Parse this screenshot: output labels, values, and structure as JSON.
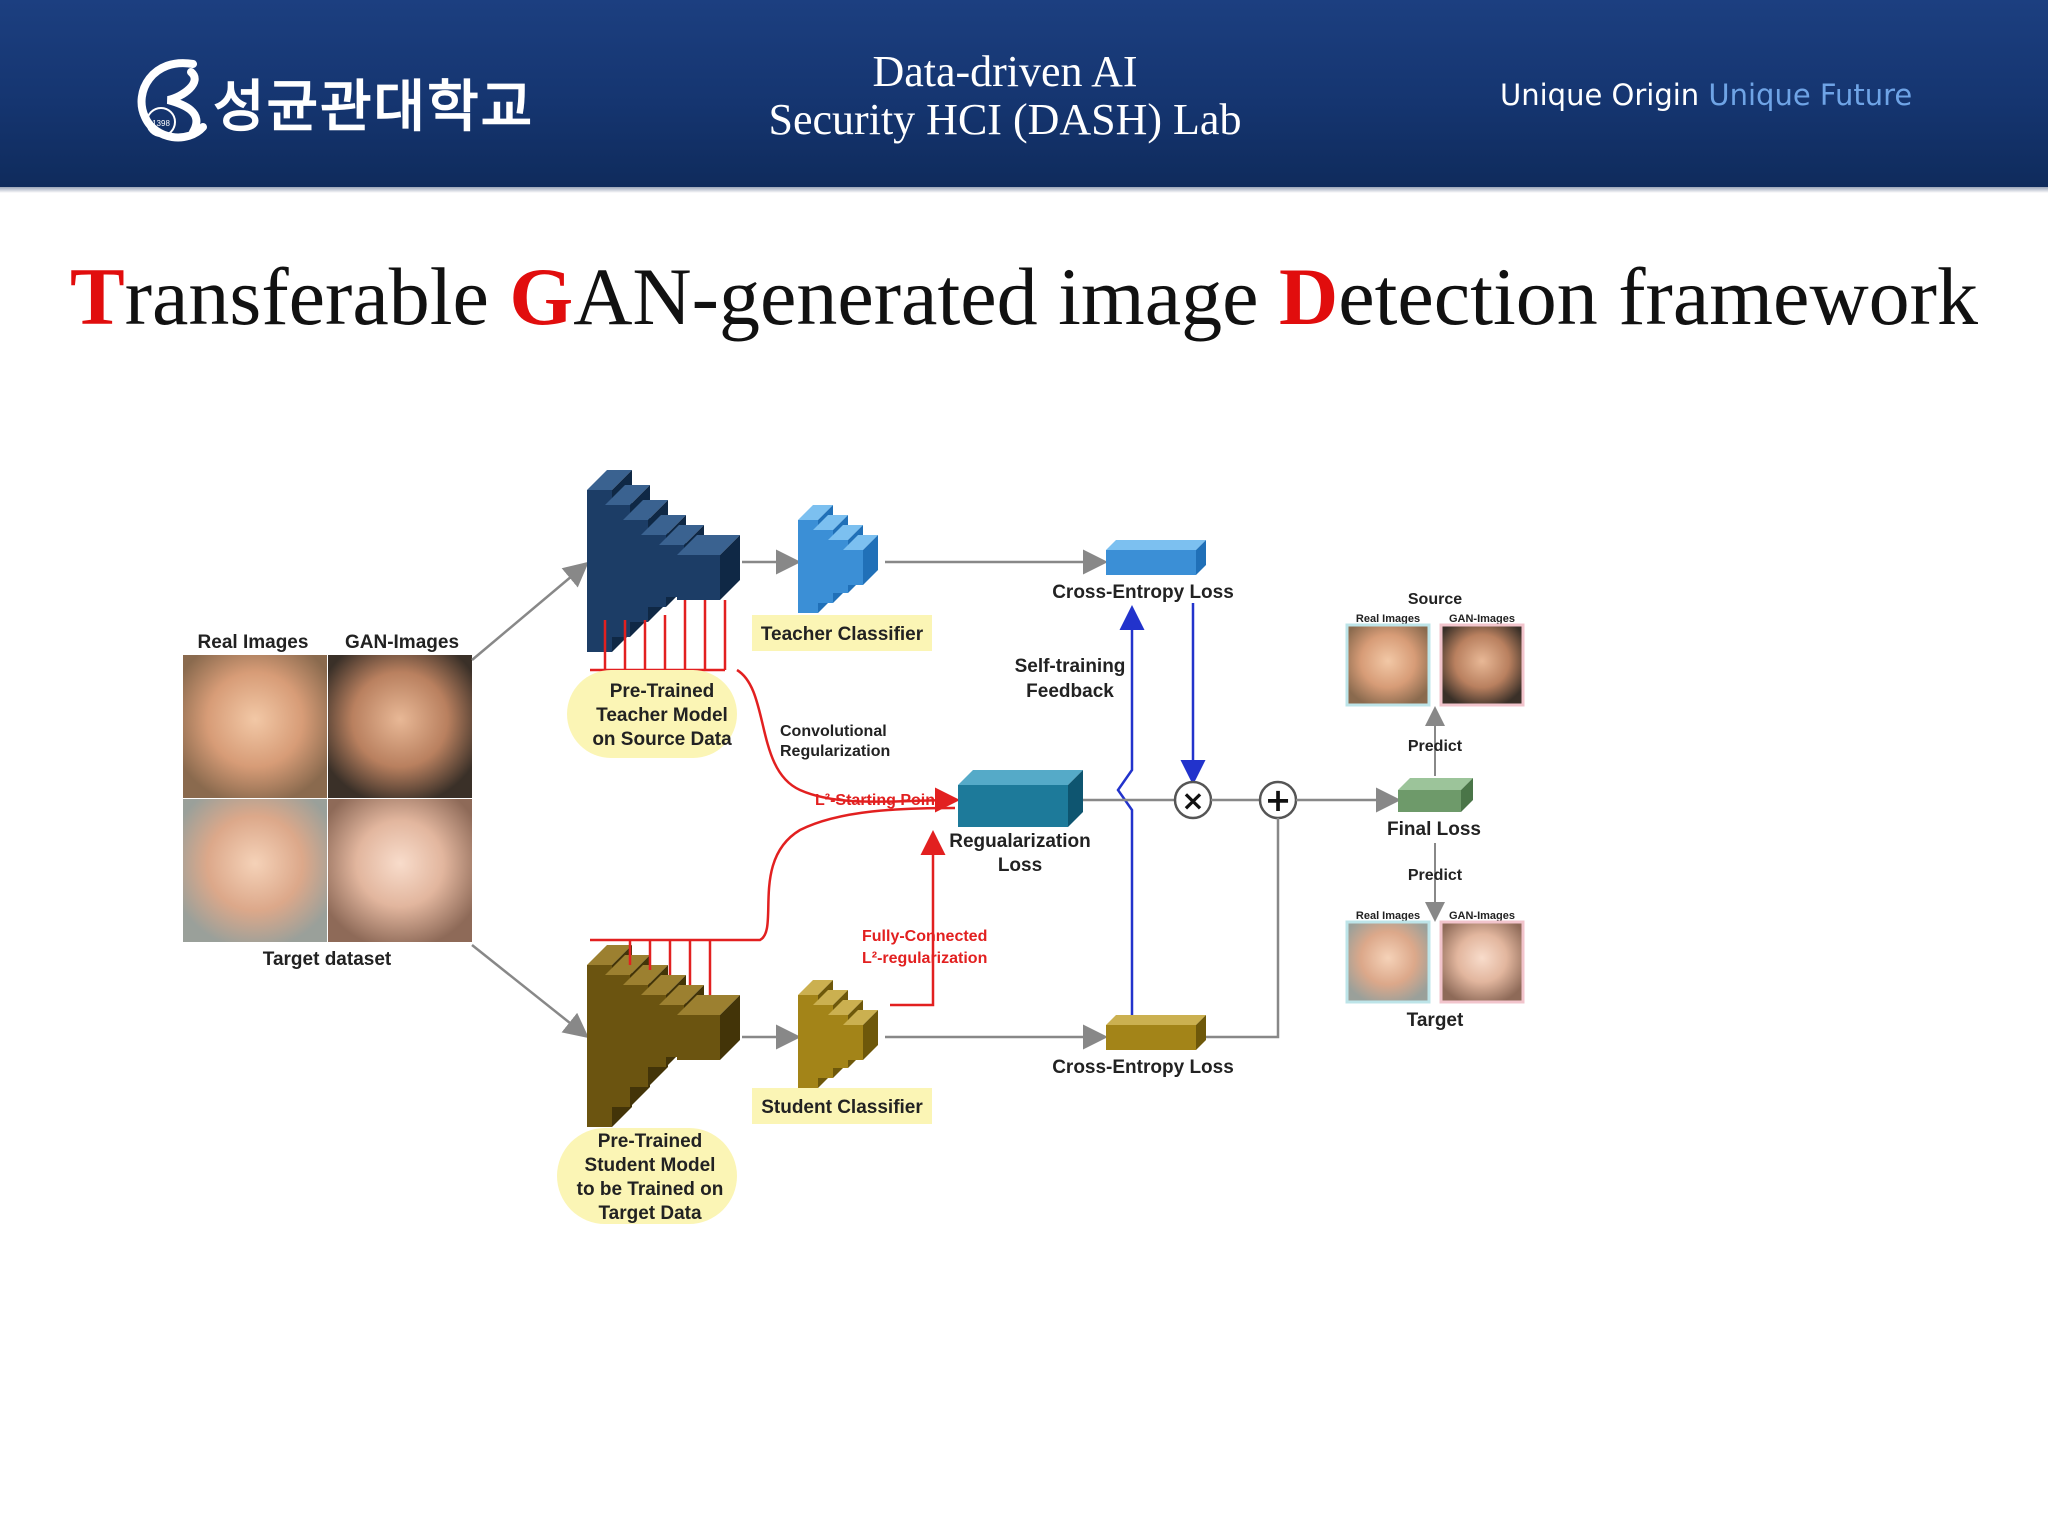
{
  "header": {
    "logo_text": "성균관대학교",
    "logo_year": "1398",
    "lab_line1": "Data-driven AI",
    "lab_line2": "Security HCI (DASH) Lab",
    "slogan_part1": "Unique Origin",
    "slogan_part2": "Unique Future"
  },
  "title": {
    "t_initial": "T",
    "t_rest": "ransferable ",
    "g_initial": "G",
    "g_rest": "AN-generated image ",
    "d_initial": "D",
    "d_rest": "etection framework"
  },
  "diagram": {
    "real_images_label": "Real Images",
    "gan_images_label": "GAN-Images",
    "target_dataset_label": "Target dataset",
    "teacher_model_line1": "Pre-Trained",
    "teacher_model_line2": "Teacher Model",
    "teacher_model_line3": "on Source Data",
    "teacher_classifier": "Teacher Classifier",
    "conv_reg_line1": "Convolutional",
    "conv_reg_line2": "Regularization",
    "l2_starting_point": "L²-Starting Point",
    "reg_loss_line1": "Regualarization",
    "reg_loss_line2": "Loss",
    "fc_line1": "Fully-Connected",
    "fc_line2": "L²-regularization",
    "student_classifier": "Student Classifier",
    "student_model_line1": "Pre-Trained",
    "student_model_line2": "Student Model",
    "student_model_line3": "to be Trained on",
    "student_model_line4": "Target Data",
    "ce_loss_top": "Cross-Entropy Loss",
    "ce_loss_bottom": "Cross-Entropy Loss",
    "self_training_line1": "Self-training",
    "self_training_line2": "Feedback",
    "multiply_symbol": "×",
    "plus_symbol": "+",
    "final_loss": "Final Loss",
    "predict_top": "Predict",
    "predict_bottom": "Predict",
    "source_label": "Source",
    "source_real": "Real Images",
    "source_gan": "GAN-Images",
    "target_label": "Target",
    "target_real": "Real Images",
    "target_gan": "GAN-Images"
  },
  "colors": {
    "teacher_model": "#1c3d66",
    "teacher_classifier": "#3b8fd6",
    "student_model": "#6b5410",
    "student_classifier": "#a38418",
    "reg_loss_box": "#1d7a9a",
    "final_loss_box": "#6e9a6a",
    "red_accent": "#e10d0d",
    "label_highlight": "#fbf5b5",
    "feedback_line": "#2233cc"
  }
}
